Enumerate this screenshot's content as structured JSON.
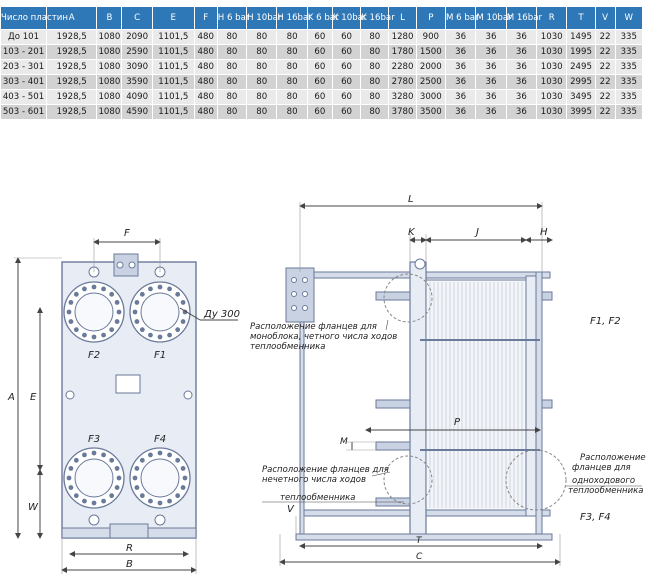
{
  "table": {
    "headers": [
      "Число пластин",
      "A",
      "B",
      "C",
      "E",
      "F",
      "H 6 bar",
      "H 10bar",
      "H 16bar",
      "K 6 bar",
      "K 10bar",
      "K 16bar",
      "L",
      "P",
      "M 6 bar",
      "M 10bar",
      "M 16bar",
      "R",
      "T",
      "V",
      "W"
    ],
    "rows": [
      [
        "До 101",
        "1928,5",
        "1080",
        "2090",
        "1101,5",
        "480",
        "80",
        "80",
        "80",
        "60",
        "60",
        "80",
        "1280",
        "900",
        "36",
        "36",
        "36",
        "1030",
        "1495",
        "22",
        "335"
      ],
      [
        "103 - 201",
        "1928,5",
        "1080",
        "2590",
        "1101,5",
        "480",
        "80",
        "80",
        "80",
        "60",
        "60",
        "80",
        "1780",
        "1500",
        "36",
        "36",
        "36",
        "1030",
        "1995",
        "22",
        "335"
      ],
      [
        "203 - 301",
        "1928,5",
        "1080",
        "3090",
        "1101,5",
        "480",
        "80",
        "80",
        "80",
        "60",
        "60",
        "80",
        "2280",
        "2000",
        "36",
        "36",
        "36",
        "1030",
        "2495",
        "22",
        "335"
      ],
      [
        "303 - 401",
        "1928,5",
        "1080",
        "3590",
        "1101,5",
        "480",
        "80",
        "80",
        "80",
        "60",
        "60",
        "80",
        "2780",
        "2500",
        "36",
        "36",
        "36",
        "1030",
        "2995",
        "22",
        "335"
      ],
      [
        "403 - 501",
        "1928,5",
        "1080",
        "4090",
        "1101,5",
        "480",
        "80",
        "80",
        "80",
        "60",
        "60",
        "80",
        "3280",
        "3000",
        "36",
        "36",
        "36",
        "1030",
        "3495",
        "22",
        "335"
      ],
      [
        "503 - 601",
        "1928,5",
        "1080",
        "4590",
        "1101,5",
        "480",
        "80",
        "80",
        "80",
        "60",
        "60",
        "80",
        "3780",
        "3500",
        "36",
        "36",
        "36",
        "1030",
        "3995",
        "22",
        "335"
      ]
    ]
  },
  "front_view": {
    "dims": {
      "F": "F",
      "A": "A",
      "E": "E",
      "W": "W",
      "R": "R",
      "B": "B"
    },
    "ports": {
      "f1": "F1",
      "f2": "F2",
      "f3": "F3",
      "f4": "F4"
    },
    "diameter": "Ду 300"
  },
  "side_view": {
    "dims": {
      "L": "L",
      "K": "K",
      "J": "J",
      "H": "H",
      "P": "P",
      "M": "M",
      "V": "V",
      "T": "T",
      "C": "C"
    },
    "labels": {
      "f1f2": "F1, F2",
      "f3f4": "F3, F4",
      "mono_l1": "Расположение фланцев для",
      "mono_l2": "моноблока, четного числа ходов",
      "mono_l3": "теплообменника",
      "odd_l1": "Расположение фланцев для",
      "odd_l2": "нечетного числа ходов",
      "odd_l3": "теплообменника",
      "single_l1": "Расположение",
      "single_l2": "фланцев для",
      "single_l3": "одноходового",
      "single_l4": "теплообменника"
    }
  },
  "colors": {
    "header_bg": "#2f78b7",
    "row_light": "#eaeaea",
    "row_dark": "#d2d2d2",
    "frame": "#6a7a9a",
    "line": "#444444"
  }
}
